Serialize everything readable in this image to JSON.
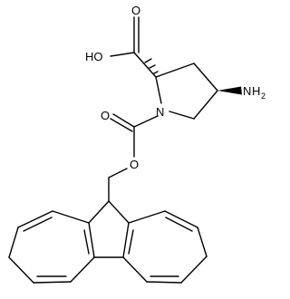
{
  "structure": {
    "atoms": {
      "o_carbonyl_acid": "O",
      "o_hydroxyl": "HO",
      "n_ring": "N",
      "amine_n": "N",
      "amine_h": "H",
      "amine_sub": "2",
      "o_carbonyl_fmoc": "O",
      "o_ester": "O"
    }
  }
}
